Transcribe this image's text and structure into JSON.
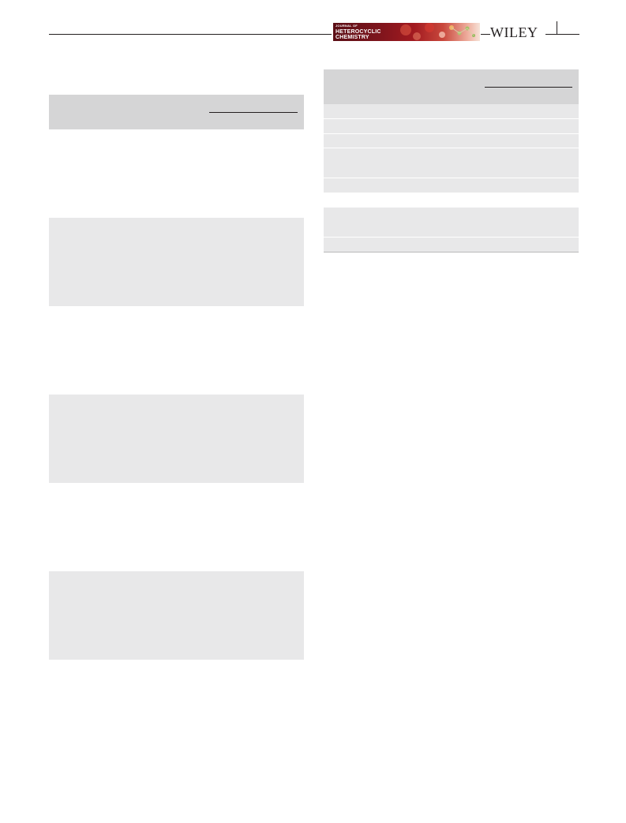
{
  "header": {
    "journal_logo": {
      "line1": "JOURNAL OF",
      "line2": "HETEROCYCLIC",
      "line3": "CHEMISTRY"
    },
    "publisher": "WILEY"
  },
  "colors": {
    "table_shade": "#e8e8e9",
    "table_header_shade": "#d5d5d6",
    "rule": "#231f20"
  }
}
